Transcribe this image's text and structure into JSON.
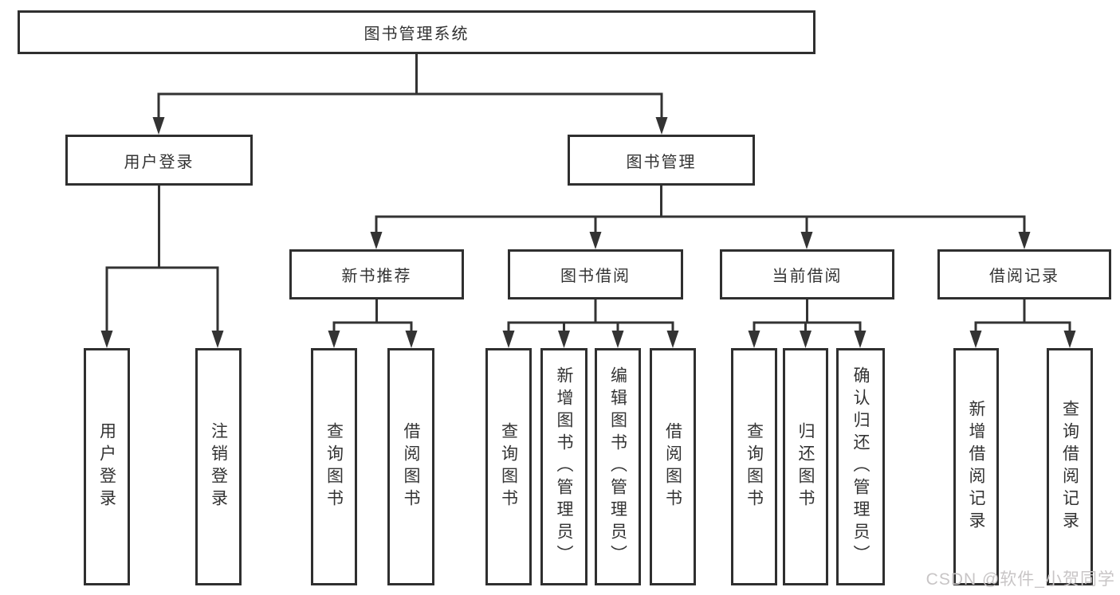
{
  "tree": {
    "root": "图书管理系统",
    "l2": [
      "用户登录",
      "图书管理"
    ],
    "l3": [
      "新书推荐",
      "图书借阅",
      "当前借阅",
      "借阅记录"
    ],
    "leaves_login": [
      "用户登录",
      "注销登录"
    ],
    "leaves_newbook": [
      "查询图书",
      "借阅图书"
    ],
    "leaves_borrow": [
      "查询图书",
      "新增图书（管理员）",
      "编辑图书（管理员）",
      "借阅图书"
    ],
    "leaves_current": [
      "查询图书",
      "归还图书",
      "确认归还（管理员）"
    ],
    "leaves_records": [
      "新增借阅记录",
      "查询借阅记录"
    ]
  },
  "watermark": "CSDN @软件_小贺同学",
  "colors": {
    "line": "#333333",
    "box_border": "#2f2f2f",
    "text": "#333333",
    "watermark_text": "#c8c5c6",
    "background": "#ffffff"
  }
}
